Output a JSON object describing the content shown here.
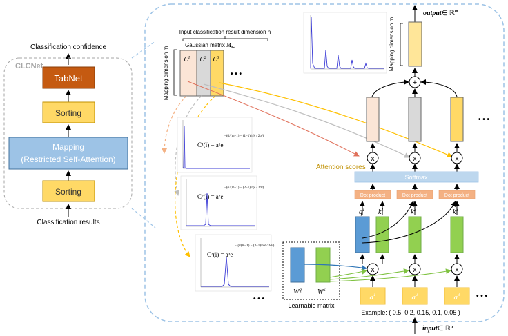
{
  "left_panel": {
    "top_label": "Classification confidence",
    "group_label": "CLCNet",
    "tabnet": "TabNet",
    "sorting_top": "Sorting",
    "mapping_line1": "Mapping",
    "mapping_line2": "(Restricted Self-Attention)",
    "sorting_bottom": "Sorting",
    "bottom_label": "Classification results"
  },
  "gaussian": {
    "dim_n_label": "Input classification result dimension n",
    "matrix_label": "Gaussian matrix",
    "matrix_symbol": "M",
    "matrix_sub": "G",
    "dim_m_label": "Mapping dimension m",
    "cols": [
      "C",
      "C",
      "C"
    ],
    "col_sups": [
      "1",
      "2",
      "3"
    ],
    "ellipsis": "• • •"
  },
  "formulas": {
    "f1": "C¹(i) = a¹e",
    "f2": "C²(i) = a²e",
    "f3": "C³(i) = a³e",
    "exp1": "−((i/(m−1) − (1−1)/n)² / 2σ²)",
    "exp2": "−((i/(m−1) − (2−1)/n)² / 2σ²)",
    "exp3": "−((i/(m−1) − (3−1)/n)² / 2σ²)",
    "ellipsis": "• • •"
  },
  "attention": {
    "output_label": "output",
    "output_space": "∈ ℝ",
    "output_sup": "m",
    "out_dim_label": "Mapping dimension m",
    "plus": "+",
    "times": "x",
    "scores_label": "Attention scores",
    "softmax": "Softmax",
    "dot_product": "Dot product",
    "q_label": "q",
    "k_label": "k",
    "sup1": "1",
    "sup2": "2",
    "sup3": "3",
    "a_label": "a",
    "wq": "W",
    "wq_sup": "q",
    "wk": "W",
    "wk_sup": "k",
    "learnable": "Learnable matrix",
    "example": "Example: ( 0.5, 0.2, 0.15, 0.1, 0.05 )",
    "input_label": "input",
    "input_space": "∈ ℝ",
    "input_sup": "n",
    "ellipsis": "• • •"
  },
  "colors": {
    "tabnet": "#c55a11",
    "sorting": "#ffd966",
    "mapping": "#9dc3e6",
    "col1": "#fbe5d6",
    "col2": "#d9d9d9",
    "col3": "#ffd966",
    "q_bar": "#5b9bd5",
    "k_bar": "#92d050",
    "softmax": "#bdd7ee",
    "dot": "#f4b183",
    "dashed_border": "#9dc3e6",
    "orange_arrow": "#f4b183",
    "gray_arrow": "#bfbfbf",
    "yellow_arrow": "#ffc000",
    "plot_line": "#3b3bd6",
    "scores_text": "#c09000"
  }
}
